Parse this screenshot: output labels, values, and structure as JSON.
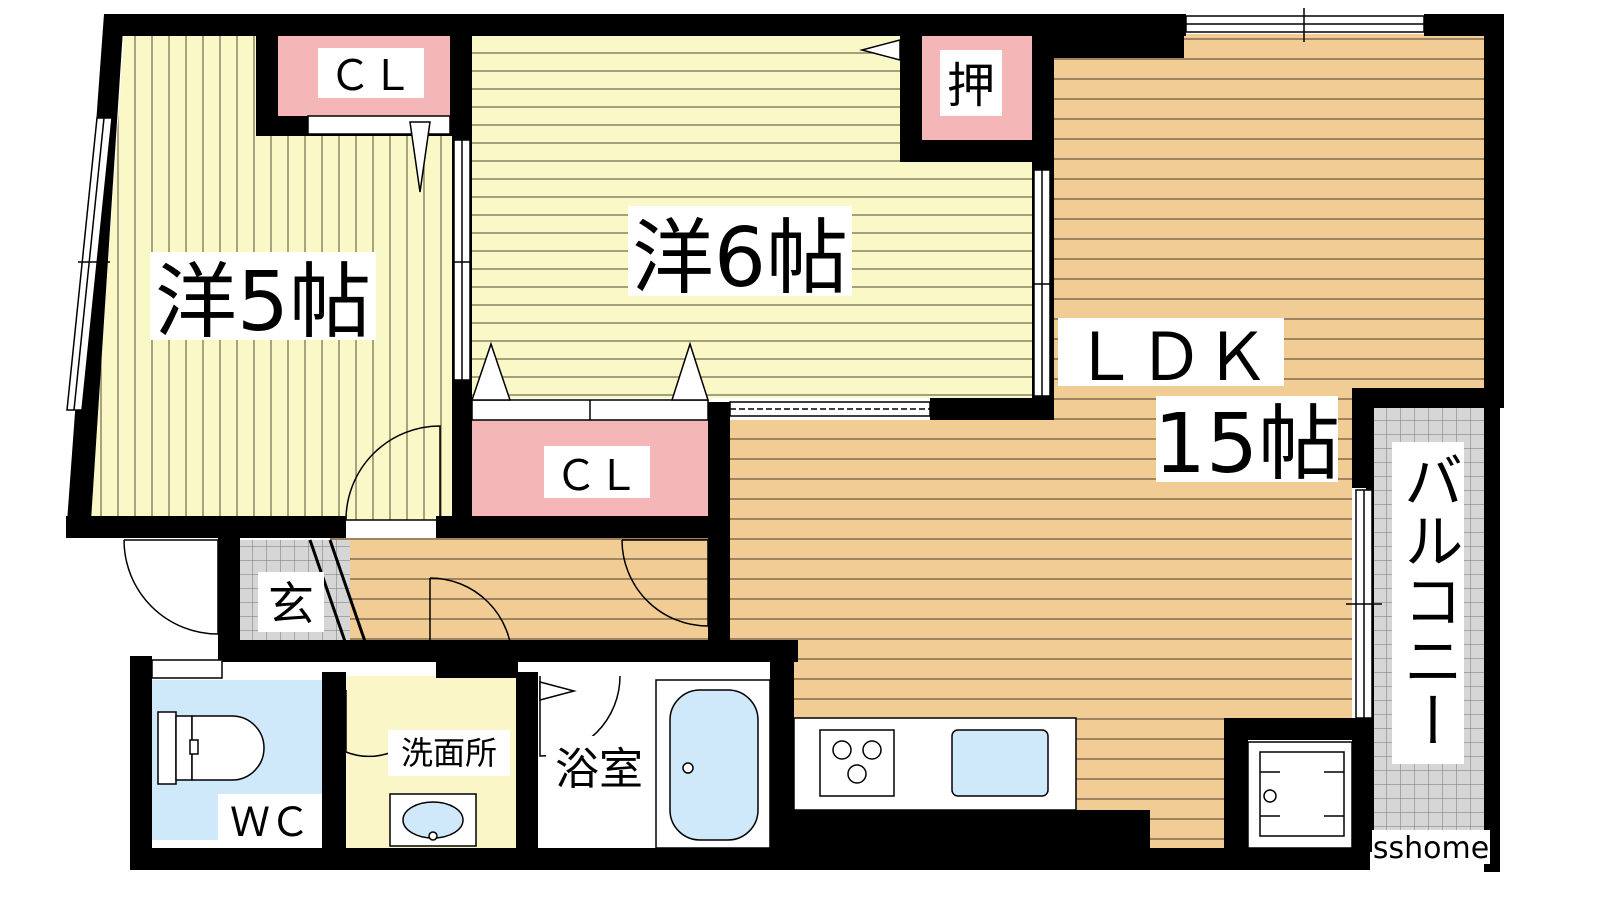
{
  "floorplan": {
    "rooms": {
      "western_5": {
        "label": "洋5帖"
      },
      "western_6": {
        "label": "洋6帖"
      },
      "ldk_type": {
        "label": "ＬＤＫ"
      },
      "ldk_size": {
        "label": "15帖"
      },
      "closet_a": {
        "label": "ＣＬ"
      },
      "closet_b": {
        "label": "ＣＬ"
      },
      "oshiire": {
        "label": "押"
      },
      "entrance": {
        "label": "玄"
      },
      "washroom": {
        "label": "洗面所"
      },
      "bathroom": {
        "label": "浴室"
      },
      "toilet": {
        "label": "ＷＣ"
      },
      "balcony": {
        "label": "バルコニー"
      }
    },
    "watermark": "sshome"
  },
  "colors": {
    "western_floor": "#fbf8c8",
    "ldk_floor": "#f2cc95",
    "closet": "#f5b6b8",
    "water_area": "#cfe8fa",
    "washroom_floor": "#fbf6c8",
    "tile": "#cccccc",
    "wall": "#000000"
  }
}
